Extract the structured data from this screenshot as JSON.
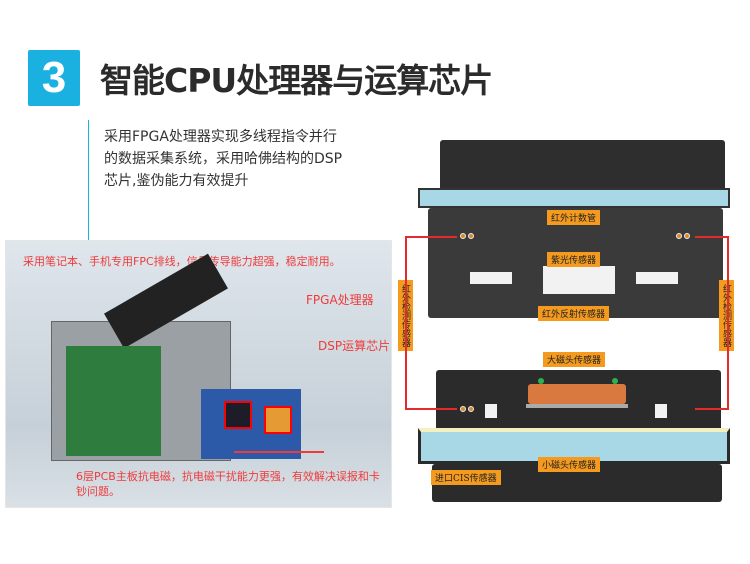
{
  "section_number": "3",
  "title": "智能CPU处理器与运算芯片",
  "description": "采用FPGA处理器实现多线程指令并行的数据采集系统，采用哈佛结构的DSP芯片,鉴伪能力有效提升",
  "photo_annotations": {
    "fpc": "采用笔记本、手机专用FPC排线，信号传导能力超强，稳定耐用。",
    "fpga": "FPGA处理器",
    "dsp": "DSP运算芯片",
    "pcb": "6层PCB主板抗电磁，抗电磁干扰能力更强，有效解决误报和卡钞问题。"
  },
  "sensor_labels": {
    "ir_counter": "红外计数管",
    "uv": "紫光传感器",
    "ir_reflect": "红外反射传感器",
    "ir_detect_left": "红外检测传感器",
    "ir_detect_right": "红外检测传感器",
    "big_magnetic": "大磁头传感器",
    "small_magnetic": "小磁头传感器",
    "cis": "进口CIS传感器"
  },
  "colors": {
    "accent": "#1ab0e0",
    "annotation": "#f03a3a",
    "label_bg": "#f39a1f"
  }
}
